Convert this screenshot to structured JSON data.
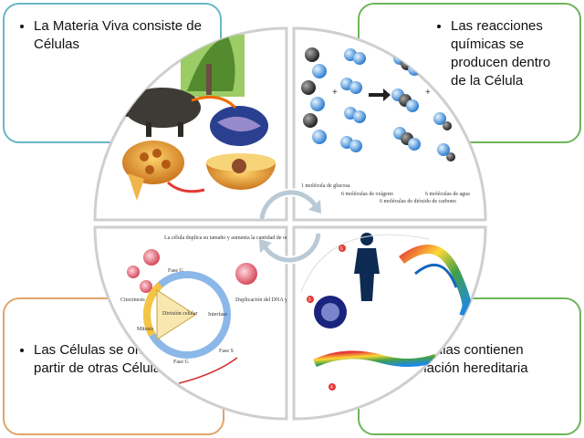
{
  "cards": {
    "top_left": "La Materia Viva consiste de Células",
    "top_right": "Las reacciones químicas se producen dentro de la Célula",
    "bottom_left": "Las Células se originan a partir de otras Células",
    "bottom_right": "Las Células contienen información hereditaria"
  },
  "quadrant_top_right": {
    "labels": [
      "1 molécula de glucosa",
      "6 moléculas de oxígeno",
      "6 moléculas de dióxido de carbono",
      "6 moléculas de agua"
    ],
    "operators": [
      "+",
      "+"
    ]
  },
  "quadrant_bottom_left": {
    "labels": {
      "growth": "La célula duplica su tamaño y aumenta la cantidad de organelas enzimas y otras moléculas",
      "fase_g_top": "Fase G",
      "division": "División celular",
      "interfase": "Interfase",
      "citocinesis": "Citocinesis",
      "mitosis": "Mitosis",
      "fase_g_bottom": "Fase G",
      "fase_s": "Fase S",
      "duplication": "Duplicación del DNA y proteínas asociadas; existen ahora dos copias de la información genética de la célula"
    }
  },
  "quadrant_bottom_right": {
    "numbers": [
      "6",
      "5",
      "4"
    ]
  },
  "colors": {
    "card_teal": "#67b6c8",
    "card_green": "#6db45c",
    "card_orange": "#e1a46a"
  }
}
